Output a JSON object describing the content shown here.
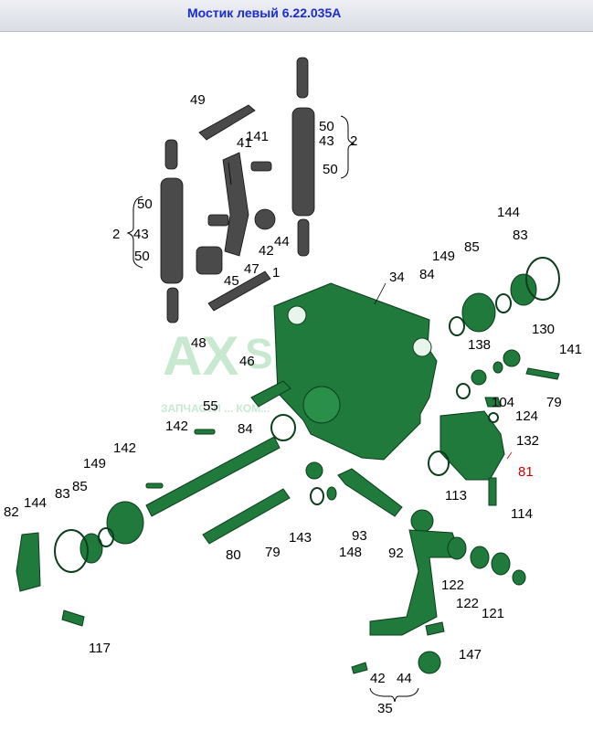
{
  "window": {
    "title": "Мостик левый 6.22.035А"
  },
  "watermark": {
    "brand_a": "AX",
    "brand_b": "SHOP",
    "tagline": "ЗАПЧАСТИ ... КОМ..."
  },
  "colors": {
    "part_green": "#1f7a3c",
    "part_dark": "#0c3d1c",
    "gray_part": "#4a4a4a",
    "highlight": "#d40000"
  },
  "labels": [
    {
      "id": "49",
      "text": "49"
    },
    {
      "id": "41",
      "text": "41"
    },
    {
      "id": "141a",
      "text": "141"
    },
    {
      "id": "50a",
      "text": "50"
    },
    {
      "id": "43a",
      "text": "43"
    },
    {
      "id": "2a",
      "text": "2"
    },
    {
      "id": "50b",
      "text": "50"
    },
    {
      "id": "50c",
      "text": "50"
    },
    {
      "id": "43b",
      "text": "43"
    },
    {
      "id": "2b",
      "text": "2"
    },
    {
      "id": "50d",
      "text": "50"
    },
    {
      "id": "44a",
      "text": "44"
    },
    {
      "id": "42a",
      "text": "42"
    },
    {
      "id": "47",
      "text": "47"
    },
    {
      "id": "1",
      "text": "1"
    },
    {
      "id": "45",
      "text": "45"
    },
    {
      "id": "48",
      "text": "48"
    },
    {
      "id": "144a",
      "text": "144"
    },
    {
      "id": "83a",
      "text": "83"
    },
    {
      "id": "149a",
      "text": "149"
    },
    {
      "id": "85a",
      "text": "85"
    },
    {
      "id": "84a",
      "text": "84"
    },
    {
      "id": "34",
      "text": "34"
    },
    {
      "id": "130",
      "text": "130"
    },
    {
      "id": "138",
      "text": "138"
    },
    {
      "id": "141b",
      "text": "141"
    },
    {
      "id": "46",
      "text": "46"
    },
    {
      "id": "104",
      "text": "104"
    },
    {
      "id": "79a",
      "text": "79"
    },
    {
      "id": "124",
      "text": "124"
    },
    {
      "id": "55",
      "text": "55"
    },
    {
      "id": "84b",
      "text": "84"
    },
    {
      "id": "132",
      "text": "132"
    },
    {
      "id": "142a",
      "text": "142"
    },
    {
      "id": "142b",
      "text": "142"
    },
    {
      "id": "81",
      "text": "81"
    },
    {
      "id": "149b",
      "text": "149"
    },
    {
      "id": "113",
      "text": "113"
    },
    {
      "id": "82",
      "text": "82"
    },
    {
      "id": "144b",
      "text": "144"
    },
    {
      "id": "83b",
      "text": "83"
    },
    {
      "id": "85b",
      "text": "85"
    },
    {
      "id": "114",
      "text": "114"
    },
    {
      "id": "93",
      "text": "93"
    },
    {
      "id": "143",
      "text": "143"
    },
    {
      "id": "79b",
      "text": "79"
    },
    {
      "id": "148",
      "text": "148"
    },
    {
      "id": "80",
      "text": "80"
    },
    {
      "id": "92",
      "text": "92"
    },
    {
      "id": "122a",
      "text": "122"
    },
    {
      "id": "122b",
      "text": "122"
    },
    {
      "id": "121",
      "text": "121"
    },
    {
      "id": "117",
      "text": "117"
    },
    {
      "id": "147",
      "text": "147"
    },
    {
      "id": "42b",
      "text": "42"
    },
    {
      "id": "44b",
      "text": "44"
    },
    {
      "id": "35",
      "text": "35"
    }
  ]
}
